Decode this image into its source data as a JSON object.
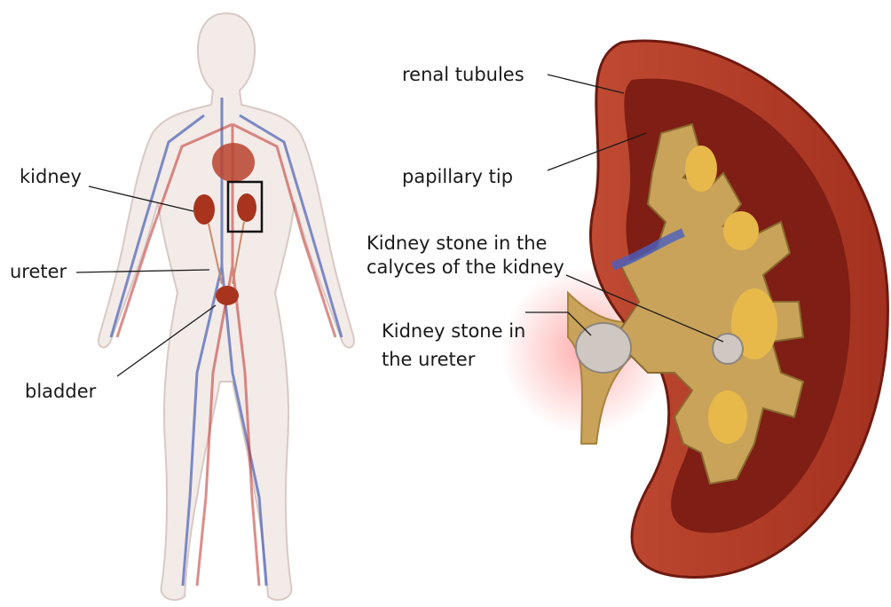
{
  "labels": {
    "kidney": "kidney",
    "ureter": "ureter",
    "bladder": "bladder",
    "renal_tubules": "renal tubules",
    "papillary_tip": "papillary tip",
    "stone_calyces": [
      "Kidney stone in the",
      "calyces of the kidney"
    ],
    "stone_ureter": [
      "Kidney stone in",
      "the ureter"
    ]
  },
  "colors": {
    "body_outline": "#d9c9c4",
    "vein": "#3a55b0",
    "artery": "#c0302a",
    "organ": "#a8341e",
    "kidney_cortex": "#b8422c",
    "kidney_medulla": "#7e1e14",
    "pelvis": "#c9a35a",
    "stone": "#cfc8c2",
    "leader": "#1a1a1a"
  }
}
